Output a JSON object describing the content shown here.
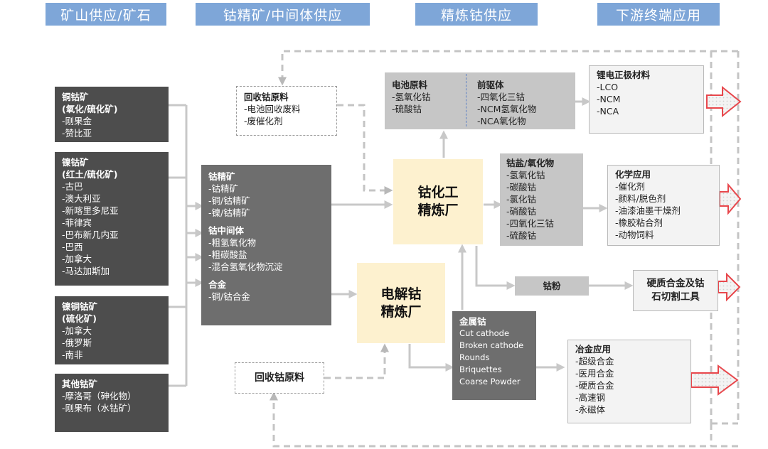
{
  "headers": [
    "矿山供应/矿石",
    "钴精矿/中间体供应",
    "精炼钴供应",
    "下游终端应用"
  ],
  "ores": [
    {
      "title": "铜钴矿",
      "subtitle": "(氧化/硫化矿)",
      "items": [
        "-刚果金",
        "-赞比亚"
      ]
    },
    {
      "title": "镍钴矿",
      "subtitle": "(红土/硫化矿)",
      "items": [
        "-古巴",
        "-澳大利亚",
        "-新喀里多尼亚",
        "-菲律宾",
        "-巴布新几内亚",
        "-巴西",
        "-加拿大",
        "-马达加斯加"
      ]
    },
    {
      "title": "镍铜钴矿",
      "subtitle": "(硫化矿)",
      "items": [
        "-加拿大",
        "-俄罗斯",
        "-南非"
      ]
    },
    {
      "title": "其他钴矿",
      "subtitle": "",
      "items": [
        "-摩洛哥（砷化物）",
        "-刚果布（水钴矿）"
      ]
    }
  ],
  "concentrate": {
    "groups": [
      {
        "title": "钴精矿",
        "items": [
          "-钴精矿",
          "-铜/钴精矿",
          "-镍/钴精矿"
        ]
      },
      {
        "title": "钴中间体",
        "items": [
          "-粗氢氧化物",
          "-粗碳酸盐",
          "-混合氢氧化物沉淀"
        ]
      },
      {
        "title": "合金",
        "items": [
          "-铜/钴合金"
        ]
      }
    ]
  },
  "recycle_top": {
    "title": "回收钴原料",
    "items": [
      "-电池回收废料",
      "-废催化剂"
    ]
  },
  "recycle_bottom": {
    "title": "回收钴原料"
  },
  "battery_raw": {
    "title": "电池原料",
    "items": [
      "-氢氧化钴",
      "-硫酸钴"
    ]
  },
  "precursor": {
    "title": "前驱体",
    "items": [
      "-四氧化三钴",
      "-NCM氢氧化物",
      "-NCA氧化物"
    ]
  },
  "chem_refinery": {
    "label": "钴化工\n精炼厂"
  },
  "electro_refinery": {
    "label": "电解钴\n精炼厂"
  },
  "cobalt_salts": {
    "title": "钴盐/氧化物",
    "items": [
      "-氢氧化钴",
      "-碳酸钴",
      "-氯化钴",
      "-硝酸钴",
      "-四氧化三钴",
      "-硫酸钴"
    ]
  },
  "cobalt_powder": {
    "label": "钴粉"
  },
  "metal_cobalt": {
    "title": "金属钴",
    "items": [
      "Cut cathode",
      "Broken cathode",
      "Rounds",
      "Briquettes",
      "Coarse Powder"
    ]
  },
  "app_cathode": {
    "title": "锂电正极材料",
    "items": [
      "-LCO",
      "-NCM",
      "-NCA"
    ]
  },
  "app_chem": {
    "title": "化学应用",
    "items": [
      "-催化剂",
      "-颜料/脱色剂",
      "-油漆油墨干燥剂",
      "-橡胶粘合剂",
      "-动物饲料"
    ]
  },
  "app_hard": {
    "label": "硬质合金及钴\n石切割工具"
  },
  "app_metal": {
    "title": "冶金应用",
    "items": [
      "-超级合金",
      "-医用合金",
      "-硬质合金",
      "-高速钢",
      "-永磁体"
    ]
  },
  "colors": {
    "header": "#7ea6d8",
    "arrow": "#c8c8c8",
    "dashed": "#c4c4c4",
    "red_arrow": "#e8474c"
  }
}
